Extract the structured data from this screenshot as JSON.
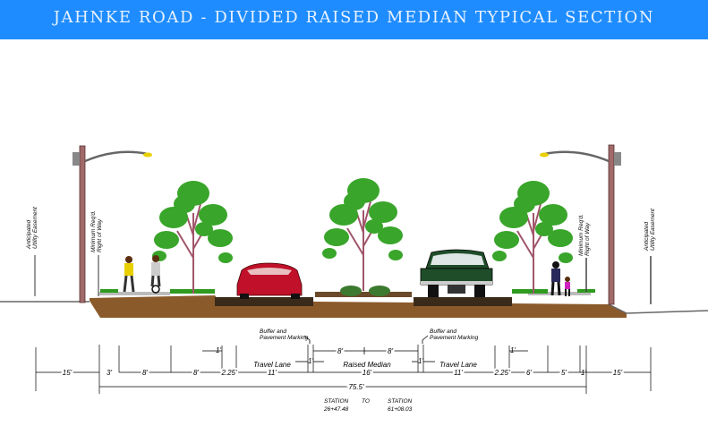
{
  "header": {
    "title": "JAHNKE ROAD - DIVIDED RAISED MEDIAN TYPICAL SECTION"
  },
  "labels": {
    "left_easement": [
      "Anticipated",
      "Utility Easement"
    ],
    "left_row": [
      "Minimum Req'd.",
      "Right of Way"
    ],
    "right_row": [
      "Minimum Req'd.",
      "Right of Way"
    ],
    "right_easement": [
      "Anticipated",
      "Utility Easement"
    ],
    "buffer_left": [
      "Buffer and",
      "Pavement Marking"
    ],
    "buffer_right": [
      "Buffer and",
      "Pavement Marking"
    ]
  },
  "dimensions": {
    "left_easement": "15'",
    "left_curb": "3'",
    "left_sidewalk": "8'",
    "left_planting": "8'",
    "left_small_1": "1'",
    "left_gutter": "2.25'",
    "left_lane_label": "Travel Lane",
    "left_lane": "11'",
    "left_buffer": "1'",
    "median_label": "Raised Median",
    "median": "16'",
    "median_half_left": "8'",
    "median_half_right": "8'",
    "right_buffer": "1'",
    "right_lane_label": "Travel Lane",
    "right_lane": "11'",
    "right_gutter": "2.25'",
    "right_small_1": "1'",
    "right_planting": "6'",
    "right_sidewalk": "5'",
    "right_curb": "1'",
    "right_easement": "15'",
    "total": "75.5'"
  },
  "station": {
    "from_label": "STATION",
    "from_value": "26+47.48",
    "to": "TO",
    "to_label": "STATION",
    "to_value": "61+08.03"
  },
  "colors": {
    "header": "#1e8cff",
    "soil": "#8b5a2b",
    "foliage": "#2f9a1f",
    "car_red": "#c0102a",
    "truck_green": "#1f4d2a"
  }
}
